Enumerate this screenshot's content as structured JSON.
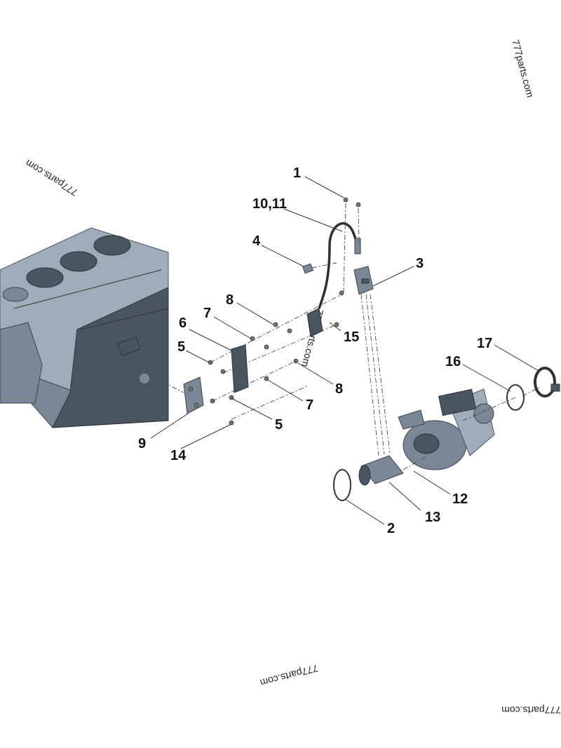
{
  "diagram": {
    "callouts": {
      "c1": "1",
      "c10_11": "10,11",
      "c4": "4",
      "c3": "3",
      "c8a": "8",
      "c7a": "7",
      "c6": "6",
      "c5a": "5",
      "c15": "15",
      "c8b": "8",
      "c7b": "7",
      "c5b": "5",
      "c9": "9",
      "c14": "14",
      "c17": "17",
      "c16": "16",
      "c12": "12",
      "c13": "13",
      "c2": "2"
    },
    "watermarks": {
      "w1": "777parts.com",
      "w2": "777parts.com",
      "w3": "777parts.com",
      "w4": "777parts.com",
      "w5": "777parts.com"
    },
    "colors": {
      "part": "#7a8896",
      "part_dark": "#4a5562",
      "text": "#111111"
    }
  }
}
